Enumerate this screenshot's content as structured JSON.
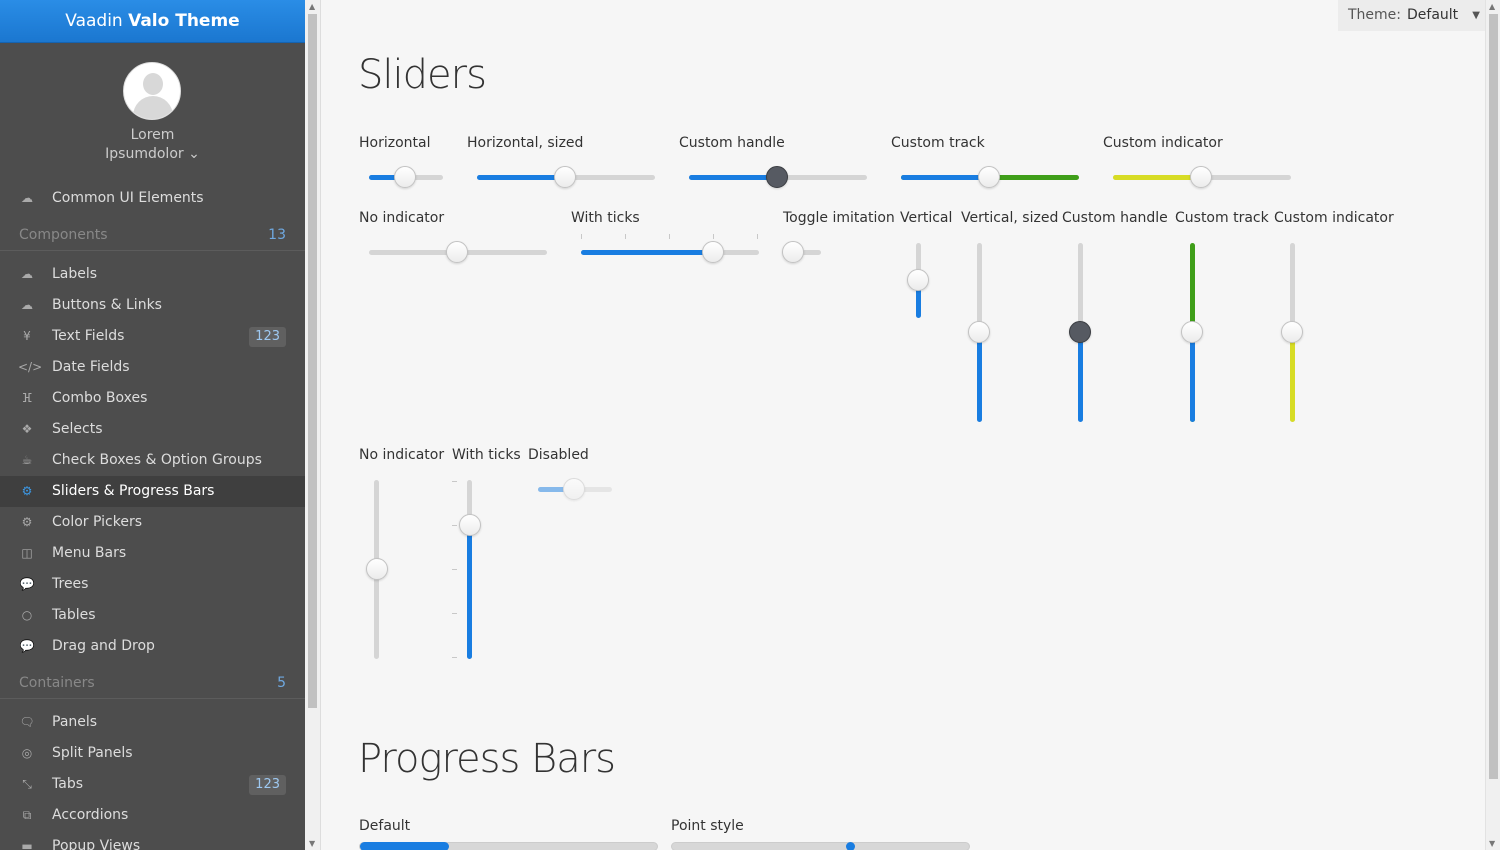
{
  "brand": {
    "prefix": "Vaadin",
    "name": "Valo Theme"
  },
  "user": {
    "first": "Lorem",
    "last": "Ipsumdolor ⌄"
  },
  "menu": {
    "top": {
      "label": "Common UI Elements"
    },
    "cat_components": {
      "label": "Components",
      "count": "13"
    },
    "components": [
      {
        "label": "Labels"
      },
      {
        "label": "Buttons & Links"
      },
      {
        "label": "Text Fields",
        "badge": "123"
      },
      {
        "label": "Date Fields"
      },
      {
        "label": "Combo Boxes"
      },
      {
        "label": "Selects"
      },
      {
        "label": "Check Boxes & Option Groups"
      },
      {
        "label": "Sliders & Progress Bars"
      },
      {
        "label": "Color Pickers"
      },
      {
        "label": "Menu Bars"
      },
      {
        "label": "Trees"
      },
      {
        "label": "Tables"
      },
      {
        "label": "Drag and Drop"
      }
    ],
    "cat_containers": {
      "label": "Containers",
      "count": "5"
    },
    "containers": [
      {
        "label": "Panels"
      },
      {
        "label": "Split Panels"
      },
      {
        "label": "Tabs",
        "badge": "123"
      },
      {
        "label": "Accordions"
      },
      {
        "label": "Popup Views"
      }
    ]
  },
  "theme": {
    "label": "Theme:",
    "value": "Default"
  },
  "sliders": {
    "title": "Sliders",
    "row1": [
      {
        "caption": "Horizontal",
        "value": 0.5
      },
      {
        "caption": "Horizontal, sized",
        "value": 0.5
      },
      {
        "caption": "Custom handle",
        "value": 0.5
      },
      {
        "caption": "Custom track",
        "value": 0.5
      },
      {
        "caption": "Custom indicator",
        "value": 0.5
      }
    ],
    "row2": [
      {
        "caption": "No indicator",
        "value": 0.5
      },
      {
        "caption": "With ticks",
        "value": 0.75
      },
      {
        "caption": "Toggle imitation",
        "value": 0
      },
      {
        "caption": "Vertical",
        "value": 0.5
      },
      {
        "caption": "Vertical, sized",
        "value": 0.5
      },
      {
        "caption": "Custom handle",
        "value": 0.5
      },
      {
        "caption": "Custom track",
        "value": 0.5
      },
      {
        "caption": "Custom indicator",
        "value": 0.5
      }
    ],
    "row3": [
      {
        "caption": "No indicator",
        "value": 0.5
      },
      {
        "caption": "With ticks",
        "value": 0.75
      },
      {
        "caption": "Disabled",
        "value": 0.5
      }
    ]
  },
  "progress": {
    "title": "Progress Bars",
    "bars": [
      {
        "caption": "Default",
        "value": 0.3
      },
      {
        "caption": "Point style",
        "value": 0.6
      }
    ]
  },
  "colors": {
    "accent": "#197de1",
    "green": "#3f9e19",
    "yellow": "#d7dc25",
    "dark_handle": "#565a62"
  }
}
